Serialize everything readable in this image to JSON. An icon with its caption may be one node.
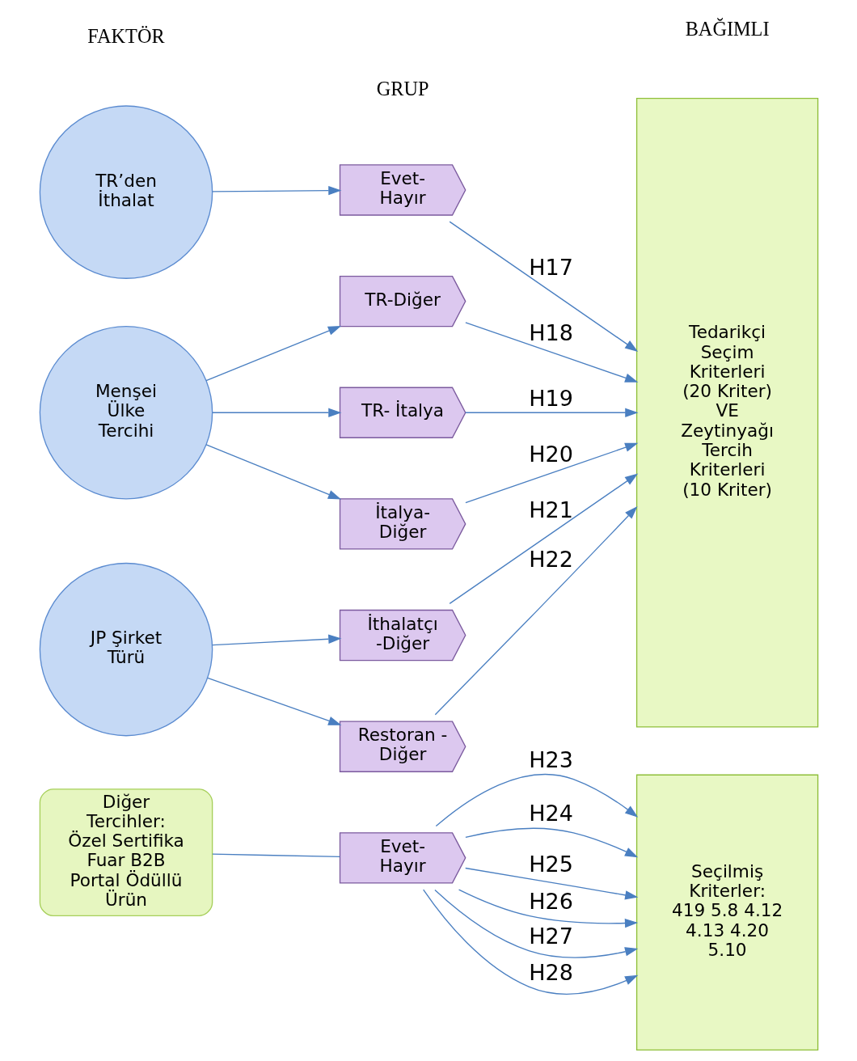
{
  "diagram": {
    "nodes": [
      {
        "text": [
          "TR’den İthalat"
        ]
      },
      {
        "text": [
          "Menşei Ülke Tercihi"
        ]
      },
      {
        "text": [
          "JP Şirket Türü"
        ]
      },
      {
        "text": [
          "Diğer Tercihler: Özel Sertifika Fuar B2B Portal Ödüllü Ürün"
        ]
      },
      {
        "text": [
          "Evet- Hayır"
        ]
      },
      {
        "text": [
          "TR-Diğer"
        ]
      },
      {
        "text": [
          "TR- İtalya"
        ]
      },
      {
        "text": [
          "İtalya- Diğer"
        ]
      },
      {
        "text": [
          "İthalatçı -Diğer"
        ]
      },
      {
        "text": [
          "Restoran - Diğer"
        ]
      },
      {
        "text": [
          "Evet- Hayır"
        ]
      },
      {
        "text": [
          "Tedarikçi Seçim Kriterleri (20 Kriter) VE Zeytinyağı Tercih Kriterleri (10 Kriter)"
        ]
      },
      {
        "text": [
          "Seçilmiş Kriterler: 419 5.8 4.12 4.13 4.20 5.10"
        ]
      }
    ],
    "edges": [
      {
        "from": 0,
        "to": 4,
        "arrow": "to"
      },
      {
        "from": 1,
        "to": 5,
        "arrow": "to"
      },
      {
        "from": 1,
        "to": 6,
        "arrow": "to"
      },
      {
        "from": 1,
        "to": 7,
        "arrow": "to"
      },
      {
        "from": 2,
        "to": 8,
        "arrow": "to"
      },
      {
        "from": 2,
        "to": 9,
        "arrow": "to"
      },
      {
        "from": 4,
        "to": 11,
        "arrow": "to",
        "label": "H17"
      },
      {
        "from": 5,
        "to": 11,
        "arrow": "to",
        "label": "H18"
      },
      {
        "from": 6,
        "to": 11,
        "arrow": "to",
        "label": "H19"
      },
      {
        "from": 7,
        "to": 11,
        "arrow": "to",
        "label": "H20"
      },
      {
        "from": 8,
        "to": 11,
        "arrow": "to",
        "label": "H21"
      },
      {
        "from": 9,
        "to": 11,
        "arrow": "to",
        "label": "H22"
      },
      {
        "from": 3,
        "to": 10,
        "arrow": "none"
      },
      {
        "from": 10,
        "to": 12,
        "arrow": "to",
        "label": "H23"
      },
      {
        "from": 10,
        "to": 12,
        "arrow": "to",
        "label": "H24"
      },
      {
        "from": 10,
        "to": 12,
        "arrow": "to",
        "label": "H25"
      },
      {
        "from": 10,
        "to": 12,
        "arrow": "to",
        "label": "H26"
      },
      {
        "from": 10,
        "to": 12,
        "arrow": "to",
        "label": "H27"
      },
      {
        "from": 10,
        "to": 12,
        "arrow": "to",
        "label": "H28"
      }
    ],
    "labels": [
      "FAKTÖR",
      "GRUP",
      "BAĞIMLI"
    ]
  }
}
